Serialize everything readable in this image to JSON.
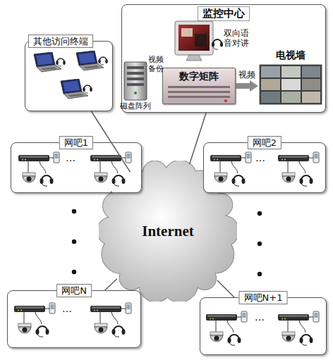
{
  "diagram": {
    "nodes": [
      {
        "text": [
          "其他访问终端"
        ]
      },
      {
        "text": [
          "监控中心"
        ]
      },
      {
        "text": [
          "数字矩阵"
        ],
        "in": 1
      },
      {
        "text": [
          "电视墙"
        ],
        "in": 1
      },
      {
        "text": [
          "Internet"
        ]
      },
      {
        "text": [
          "网吧1"
        ]
      },
      {
        "text": [
          "网吧2"
        ]
      },
      {
        "text": [
          "网吧N"
        ]
      },
      {
        "text": [
          "网吧N+1"
        ]
      }
    ],
    "edges": [
      {
        "from": 0,
        "to": 4,
        "arrow": "none"
      },
      {
        "from": 1,
        "to": 4,
        "arrow": "none"
      },
      {
        "from": 5,
        "to": 4,
        "arrow": "none"
      },
      {
        "from": 6,
        "to": 4,
        "arrow": "none"
      },
      {
        "from": 7,
        "to": 4,
        "arrow": "none"
      },
      {
        "from": 8,
        "to": 4,
        "arrow": "none"
      },
      {
        "from": 2,
        "to": 3,
        "arrow": "to",
        "label": "视频"
      }
    ],
    "labels": [
      "视频 备份",
      "磁盘阵列",
      "双向语 音对讲",
      "…",
      "…",
      "…",
      "…"
    ]
  }
}
